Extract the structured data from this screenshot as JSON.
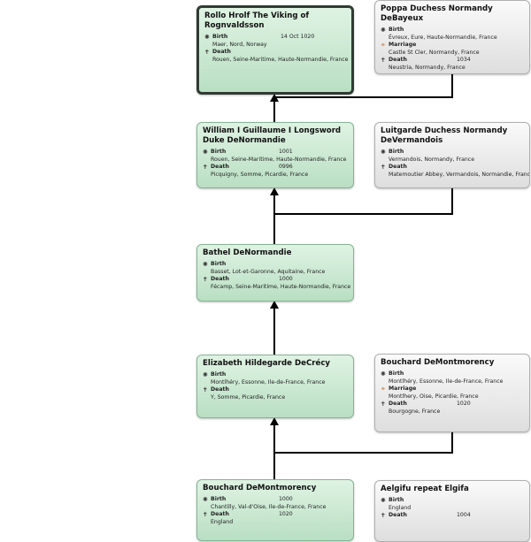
{
  "people": [
    {
      "id": "rollo",
      "style": "green selected",
      "name": "Rollo Hrolf The Viking of Rognvaldsson",
      "events": [
        {
          "type": "Birth",
          "icon": "birth-icon",
          "date": "14 Oct 1020",
          "place": "Maer, Nord, Norway"
        },
        {
          "type": "Death",
          "icon": "death-cross-icon",
          "date": "",
          "place": "Rouen, Seine-Maritime, Haute-Normandie, France"
        }
      ]
    },
    {
      "id": "poppa",
      "style": "grey",
      "name": "Poppa Duchess Normandy DeBayeux",
      "events": [
        {
          "type": "Birth",
          "icon": "birth-icon",
          "date": "",
          "place": "Évreux, Eure, Haute-Normandie, France"
        },
        {
          "type": "Marriage",
          "icon": "marriage-rings-icon",
          "date": "",
          "place": "Castle St Cler, Normandy, France"
        },
        {
          "type": "Death",
          "icon": "death-cross-icon",
          "date": "1034",
          "place": "Neustria, Normandy, France"
        }
      ]
    },
    {
      "id": "william",
      "style": "green",
      "name": "William I Guillaume I Longsword Duke DeNormandie",
      "events": [
        {
          "type": "Birth",
          "icon": "birth-icon",
          "date": "1001",
          "place": "Rouen, Seine-Maritime, Haute-Normandie, France"
        },
        {
          "type": "Death",
          "icon": "death-cross-icon",
          "date": "0996",
          "place": "Picquigny, Somme, Picardie, France"
        }
      ]
    },
    {
      "id": "luitgarde",
      "style": "grey",
      "name": "Luitgarde Duchess Normandy DeVermandois",
      "events": [
        {
          "type": "Birth",
          "icon": "birth-icon",
          "date": "",
          "place": "Vermandois, Normandy, France"
        },
        {
          "type": "Death",
          "icon": "death-cross-icon",
          "date": "",
          "place": "Matemoutier Abbey, Vermandois, Normandie, France"
        }
      ]
    },
    {
      "id": "bathel",
      "style": "green",
      "name": "Bathel DeNormandie",
      "events": [
        {
          "type": "Birth",
          "icon": "birth-icon",
          "date": "",
          "place": "Basset, Lot-et-Garonne, Aquitaine, France"
        },
        {
          "type": "Death",
          "icon": "death-cross-icon",
          "date": "1000",
          "place": "Fécamp, Seine-Maritime, Haute-Normandie, France"
        }
      ]
    },
    {
      "id": "elizabeth",
      "style": "green",
      "name": "Elizabeth Hildegarde DeCrécy",
      "events": [
        {
          "type": "Birth",
          "icon": "birth-icon",
          "date": "",
          "place": "Montlhéry, Essonne, Ile-de-France, France"
        },
        {
          "type": "Death",
          "icon": "death-cross-icon",
          "date": "",
          "place": "Y, Somme, Picardie, France"
        }
      ]
    },
    {
      "id": "bouchard1",
      "style": "grey",
      "name": "Bouchard DeMontmorency",
      "events": [
        {
          "type": "Birth",
          "icon": "birth-icon",
          "date": "",
          "place": "Montlhéry, Essonne, Ile-de-France, France"
        },
        {
          "type": "Marriage",
          "icon": "marriage-rings-icon",
          "date": "",
          "place": "Montlhery, Oise, Picardie, France"
        },
        {
          "type": "Death",
          "icon": "death-cross-icon",
          "date": "1020",
          "place": "Bourgogne, France"
        }
      ]
    },
    {
      "id": "bouchard2",
      "style": "green",
      "name": "Bouchard DeMontmorency",
      "events": [
        {
          "type": "Birth",
          "icon": "birth-icon",
          "date": "1000",
          "place": "Chantilly, Val-d'Oise, Ile-de-France, France"
        },
        {
          "type": "Death",
          "icon": "death-cross-icon",
          "date": "1020",
          "place": "England"
        }
      ]
    },
    {
      "id": "aelgifu",
      "style": "grey",
      "name": "Aelgifu repeat Elgifa",
      "events": [
        {
          "type": "Birth",
          "icon": "birth-icon",
          "date": "",
          "place": "England"
        },
        {
          "type": "Death",
          "icon": "death-cross-icon",
          "date": "1004",
          "place": ""
        }
      ]
    }
  ],
  "colors": {
    "direct_line": "#c4e6cc",
    "spouse": "#e8e8e8",
    "connector": "#000000"
  }
}
